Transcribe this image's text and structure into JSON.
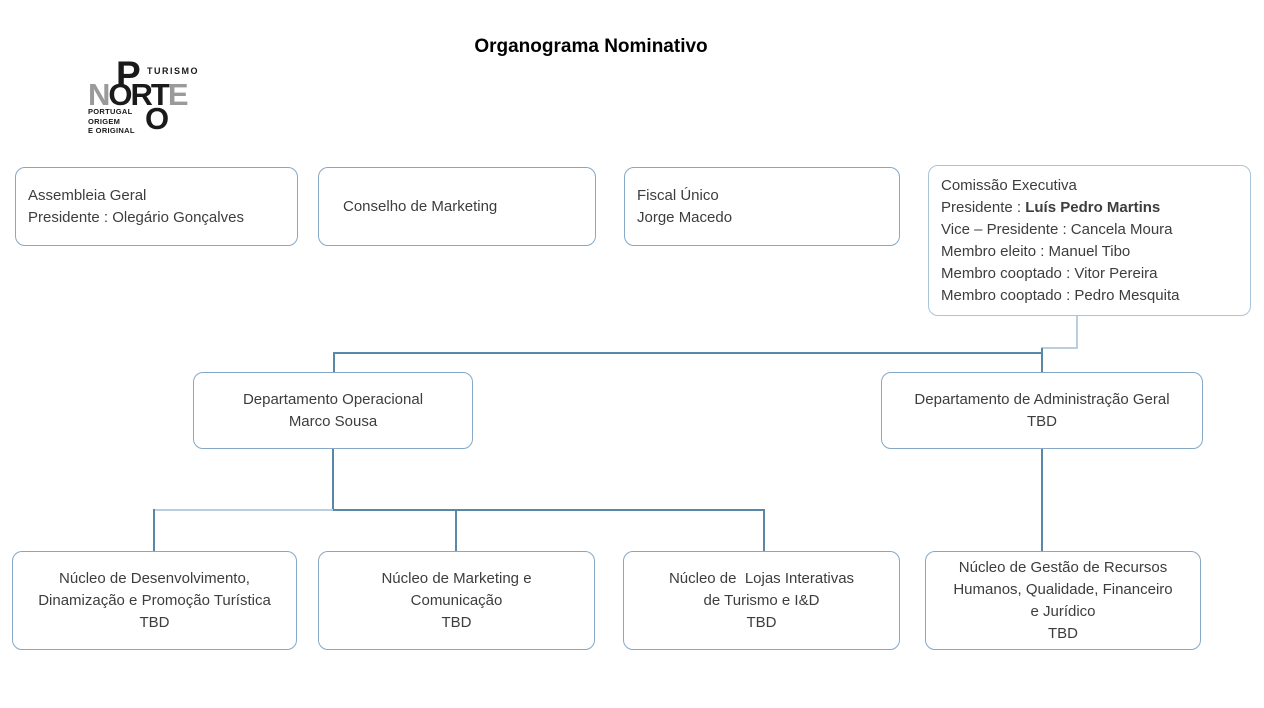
{
  "title": "Organograma Nominativo",
  "logo": {
    "letter_p": "P",
    "word_turismo": "TURISMO",
    "letter_n": "N",
    "letters_ort": "ORT",
    "letter_e": "E",
    "letter_o": "O",
    "tagline_line1": "PORTUGAL",
    "tagline_line2": "ORIGEM",
    "tagline_line3": "E ORIGINAL"
  },
  "colors": {
    "box_border": "#85a8c6",
    "box_border_light": "#a9c5da",
    "connector_dark": "#5b87a6",
    "connector_light": "#b9cfdf",
    "text": "#3d3d3d",
    "logo_gray": "#9a9a9a",
    "logo_black": "#1a1a1a"
  },
  "nodes": {
    "assembleia": {
      "line1": "Assembleia Geral",
      "line2": "Presidente : Olegário Gonçalves"
    },
    "conselho": {
      "line1": "Conselho de Marketing"
    },
    "fiscal": {
      "line1": "Fiscal Único",
      "line2": "Jorge Macedo"
    },
    "comissao": {
      "line1": "Comissão Executiva",
      "line2_prefix": "Presidente : ",
      "line2_bold": "Luís Pedro Martins",
      "line3": "Vice – Presidente : Cancela Moura",
      "line4": "Membro eleito : Manuel Tibo",
      "line5": "Membro cooptado : Vitor Pereira",
      "line6": "Membro cooptado : Pedro Mesquita"
    },
    "dept_operacional": {
      "line1": "Departamento Operacional",
      "line2": "Marco Sousa"
    },
    "dept_admin": {
      "line1": "Departamento de Administração Geral",
      "line2": "TBD"
    },
    "nucleo_desenvolvimento": {
      "line1": "Núcleo de Desenvolvimento,",
      "line2": "Dinamização e Promoção Turística",
      "line3": "TBD"
    },
    "nucleo_marketing": {
      "line1": "Núcleo de Marketing e",
      "line2": "Comunicação",
      "line3": "TBD"
    },
    "nucleo_lojas": {
      "line1": "Núcleo de  Lojas Interativas",
      "line2": "de Turismo e I&D",
      "line3": "TBD"
    },
    "nucleo_gestao": {
      "line1": "Núcleo de Gestão de Recursos",
      "line2": "Humanos, Qualidade, Financeiro",
      "line3": "e Jurídico",
      "line4": "TBD"
    }
  }
}
